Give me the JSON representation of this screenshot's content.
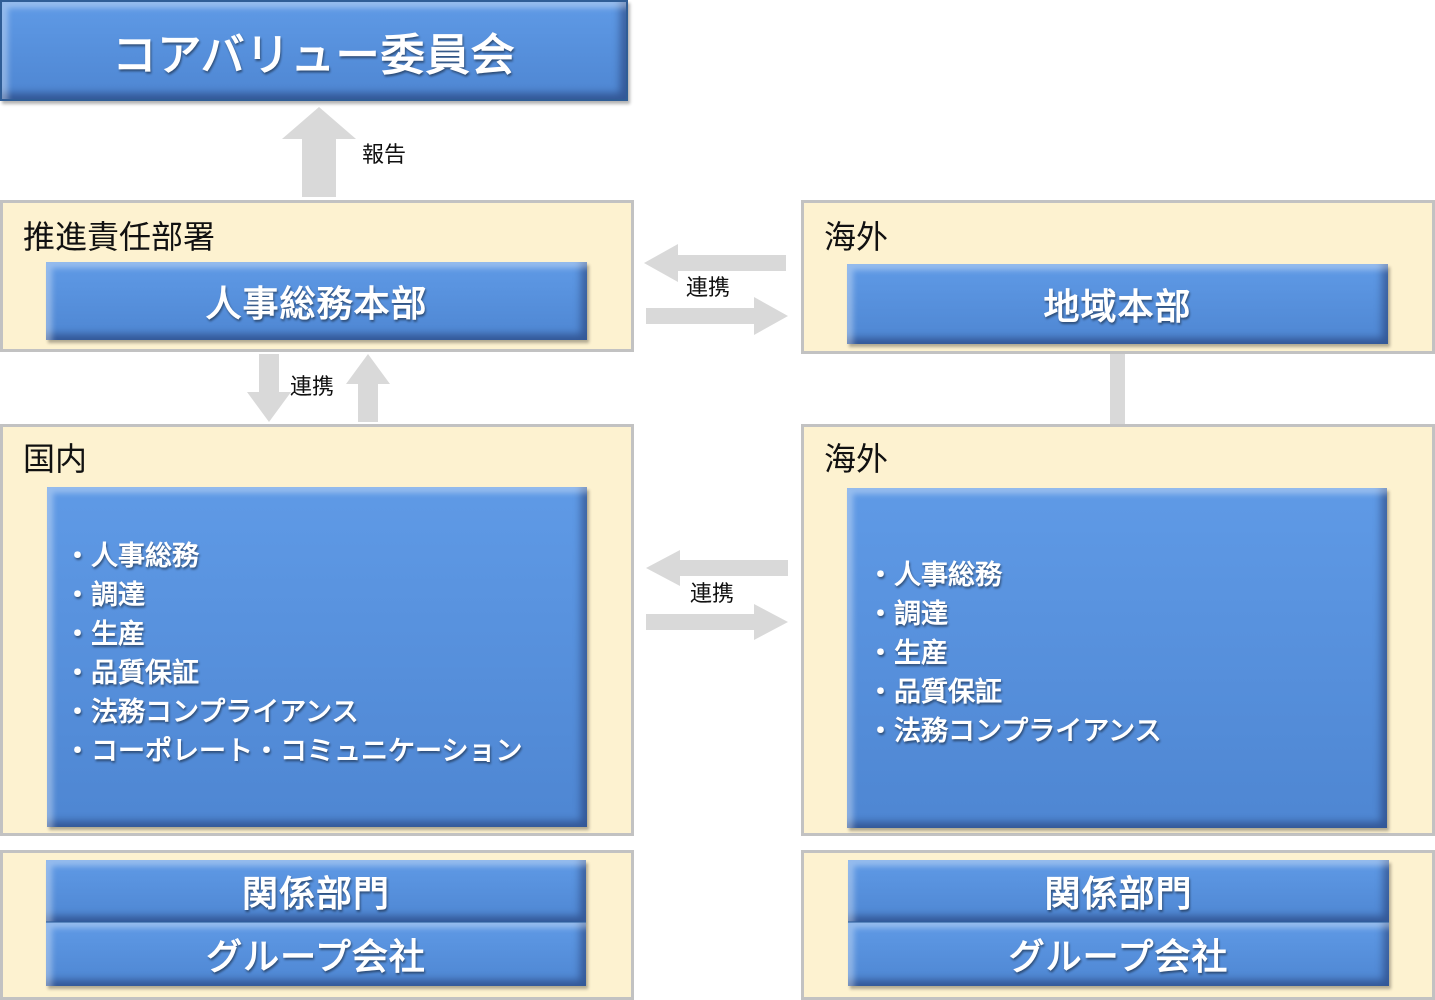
{
  "title": "コアバリュー委員会",
  "report_label": "報告",
  "link_label": "連携",
  "hq_panel": {
    "heading": "推進責任部署",
    "box": "人事総務本部"
  },
  "regional_panel": {
    "heading": "海外",
    "box": "地域本部"
  },
  "domestic_panel": {
    "heading": "国内",
    "items": [
      "人事総務",
      "調達",
      "生産",
      "品質保証",
      "法務コンプライアンス",
      "コーポレート・コミュニケーション"
    ]
  },
  "overseas_panel": {
    "heading": "海外",
    "items": [
      "人事総務",
      "調達",
      "生産",
      "品質保証",
      "法務コンプライアンス"
    ]
  },
  "related_left": {
    "top": "関係部門",
    "bottom": "グループ会社"
  },
  "related_right": {
    "top": "関係部門",
    "bottom": "グループ会社"
  },
  "colors": {
    "box_blue": "#5590dc",
    "panel_bg": "#fdf2d0",
    "panel_border": "#c2c2c2",
    "arrow": "#d9d9d9"
  }
}
